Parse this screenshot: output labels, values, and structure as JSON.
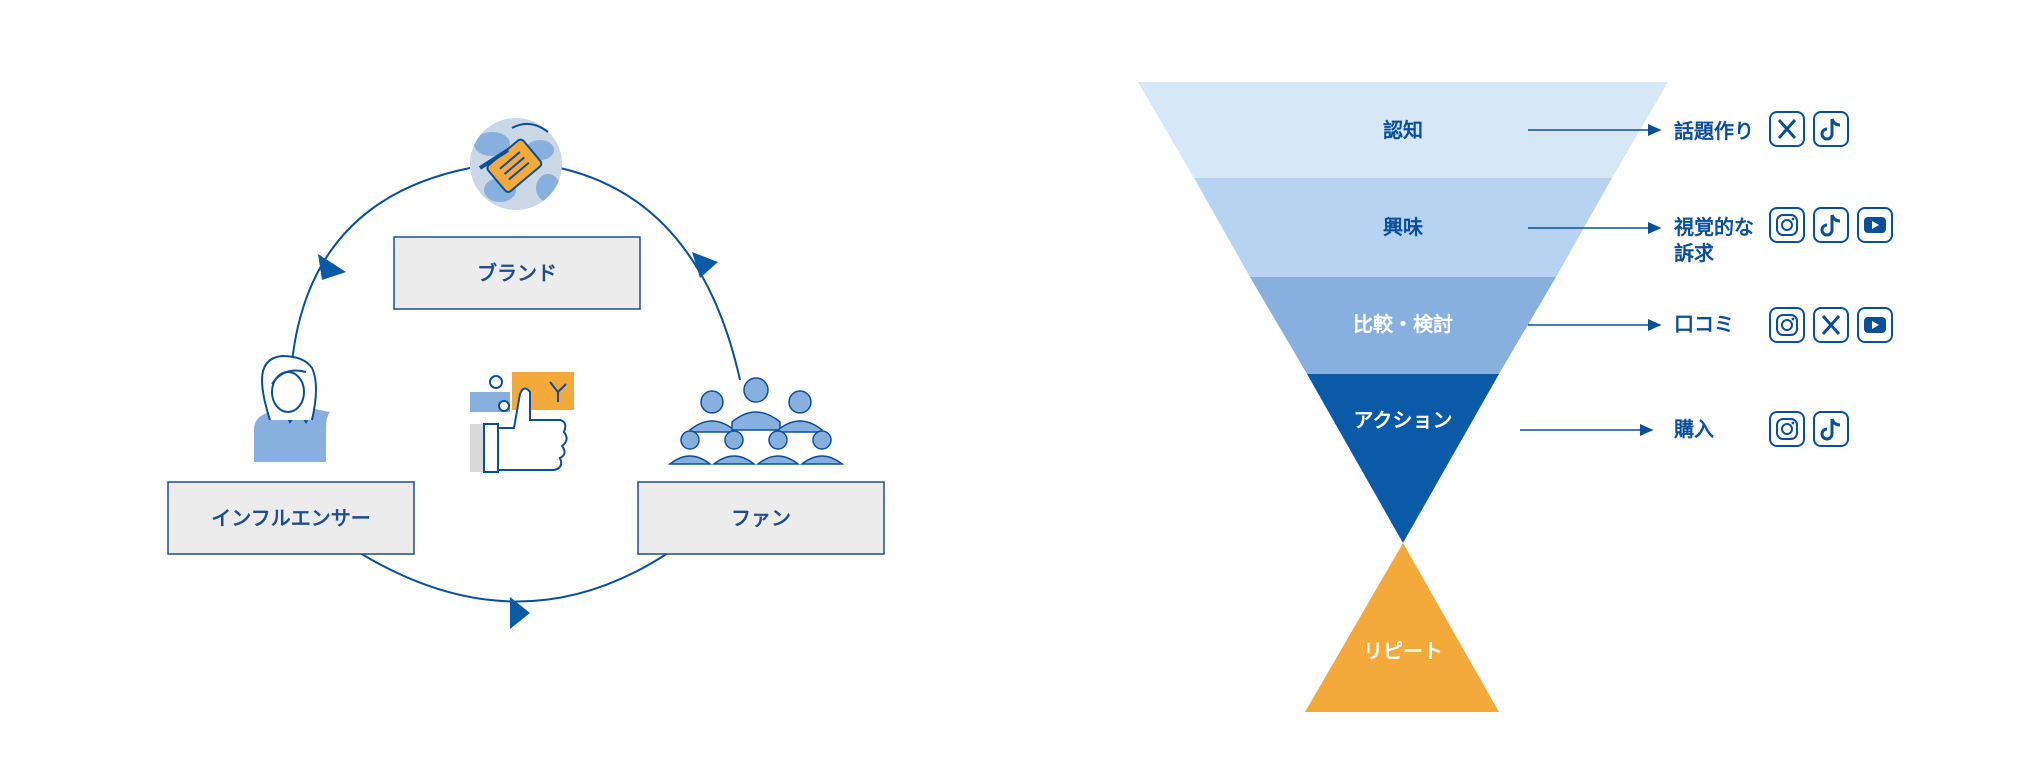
{
  "cycle": {
    "nodes": {
      "brand": "ブランド",
      "influencer": "インフルエンサー",
      "fan": "ファン"
    },
    "icons": {
      "brand": "price-tag-globe-icon",
      "influencer": "person-icon",
      "fan": "audience-icon",
      "center": "thumbs-up-icon"
    }
  },
  "funnel": {
    "stages": [
      {
        "label": "認知",
        "color": "#d6e7f7",
        "text_color": "#0b4f9a"
      },
      {
        "label": "興味",
        "color": "#b6d3f1",
        "text_color": "#0b4f9a"
      },
      {
        "label": "比較・検討",
        "color": "#87b0de",
        "text_color": "#ffffff"
      },
      {
        "label": "アクション",
        "color": "#0b5aa8",
        "text_color": "#ffffff"
      }
    ],
    "repeat": {
      "label": "リピート",
      "color": "#f4a93b"
    }
  },
  "channels": [
    {
      "line1": "話題作り",
      "line2": "",
      "icons": [
        "x-icon",
        "tiktok-icon"
      ]
    },
    {
      "line1": "視覚的な",
      "line2": "訴求",
      "icons": [
        "instagram-icon",
        "tiktok-icon",
        "youtube-icon"
      ]
    },
    {
      "line1": "口コミ",
      "line2": "",
      "icons": [
        "instagram-icon",
        "x-icon",
        "youtube-icon"
      ]
    },
    {
      "line1": "購入",
      "line2": "",
      "icons": [
        "instagram-icon",
        "tiktok-icon"
      ]
    }
  ],
  "colors": {
    "primary": "#0b5aa8",
    "accent": "#f4a93b",
    "light_blue": "#87b0de",
    "box_fill": "#ececec"
  }
}
